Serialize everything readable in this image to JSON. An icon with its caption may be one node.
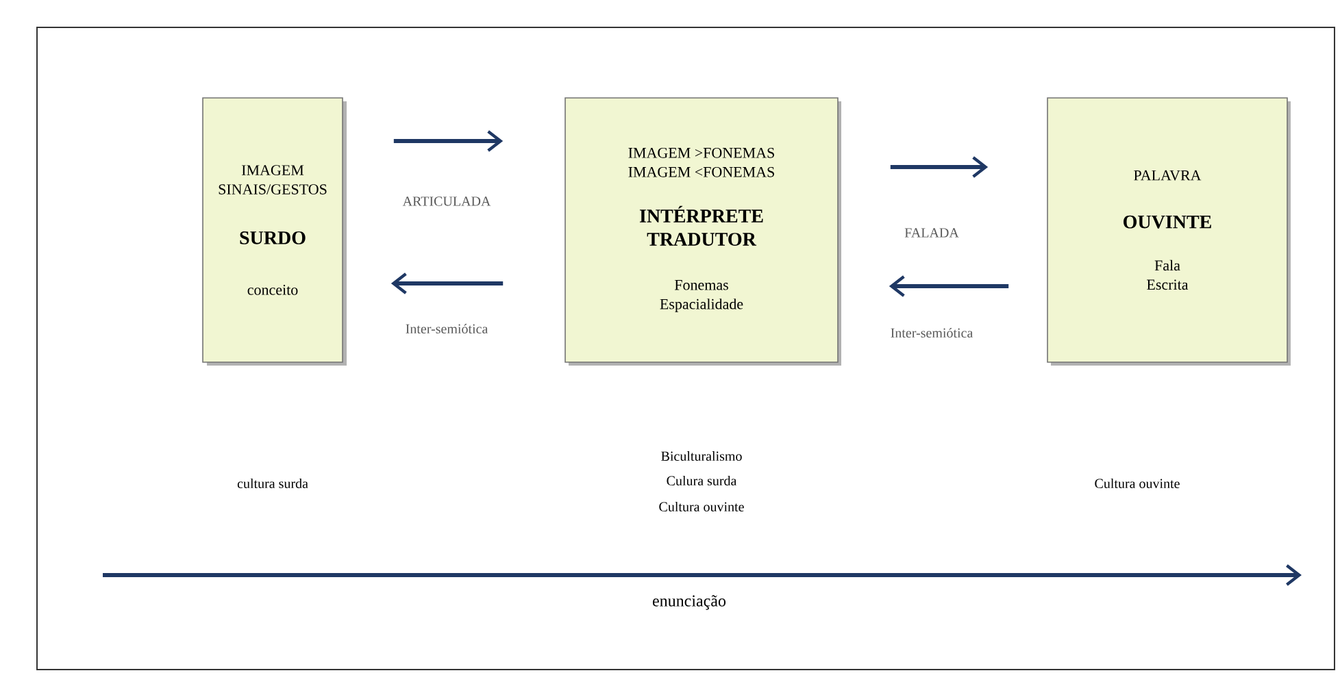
{
  "diagram": {
    "nodes": [
      {
        "text": [
          "IMAGEM SINAIS/GESTOS",
          "SURDO",
          "conceito"
        ]
      },
      {
        "text": [
          "IMAGEM >FONEMAS",
          "IMAGEM <FONEMAS",
          "INTÉRPRETE TRADUTOR",
          "Fonemas Espacialidade"
        ]
      },
      {
        "text": [
          "PALAVRA",
          "OUVINTE",
          "Fala Escrita"
        ]
      }
    ],
    "edges": [
      {
        "from": 0,
        "to": 1,
        "arrow": "to",
        "label": "ARTICULADA"
      },
      {
        "from": 1,
        "to": 0,
        "arrow": "to",
        "label": "Inter-semiótica"
      },
      {
        "from": 1,
        "to": 2,
        "arrow": "to",
        "label": "FALADA"
      },
      {
        "from": 2,
        "to": 1,
        "arrow": "to",
        "label": "Inter-semiótica"
      }
    ],
    "labels": [
      "Biculturalismo",
      "cultura surda",
      "Culura surda",
      "Cultura ouvinte",
      "Cultura ouvinte",
      "enunciação"
    ]
  }
}
